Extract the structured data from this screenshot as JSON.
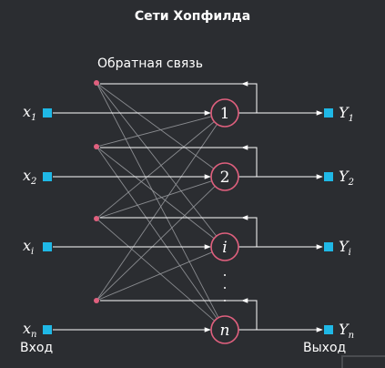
{
  "title": "Сети Хопфилда",
  "feedback_label": "Обратная связь",
  "input_caption": "Вход",
  "output_caption": "Выход",
  "inputs": [
    {
      "var": "x",
      "sub": "1"
    },
    {
      "var": "x",
      "sub": "2"
    },
    {
      "var": "x",
      "sub": "i"
    },
    {
      "var": "x",
      "sub": "n"
    }
  ],
  "neurons": [
    "1",
    "2",
    "i",
    "n"
  ],
  "outputs": [
    {
      "var": "Y",
      "sub": "1"
    },
    {
      "var": "Y",
      "sub": "2"
    },
    {
      "var": "Y",
      "sub": "i"
    },
    {
      "var": "Y",
      "sub": "n"
    }
  ],
  "colors": {
    "background": "#2b2d31",
    "terminal": "#1fb8e6",
    "neuron_stroke": "#e0607e",
    "node_dot": "#e0607e",
    "line": "#ffffff",
    "cross_line": "#9a9ca0"
  }
}
